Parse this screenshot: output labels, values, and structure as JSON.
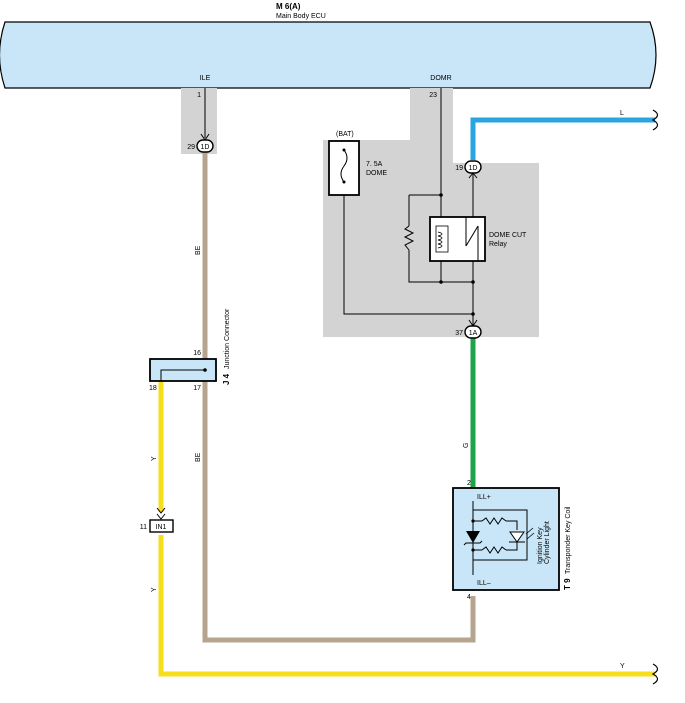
{
  "ecu": {
    "code": "M 6(A)",
    "name": "Main Body ECU",
    "pin_ile": "ILE",
    "pin_domr": "DOMR"
  },
  "pins": {
    "ile": "1",
    "domr": "23",
    "p29": "29",
    "c1d_a": "1D",
    "p19": "19",
    "c1d_b": "1D",
    "p37": "37",
    "c1a": "1A",
    "p16": "16",
    "p18": "18",
    "p17": "17",
    "p11": "11",
    "in1": "IN1",
    "ill_pos_pin": "2",
    "ill_neg_pin": "4"
  },
  "fuse": {
    "source": "(BAT)",
    "rating": "7. 5A",
    "name": "DOME"
  },
  "relay": {
    "line1": "DOME CUT",
    "line2": "Relay"
  },
  "junction": {
    "code": "J 4",
    "name": "Junction Connector"
  },
  "coil": {
    "code": "T 9",
    "name": "Transponder Key Coil",
    "light_line1": "Ignition Key",
    "light_line2": "Cylinder Light",
    "ill_pos": "ILL+",
    "ill_neg": "ILL–"
  },
  "wires": {
    "be_upper": "BE",
    "be_lower": "BE",
    "y_upper": "Y",
    "y_lower": "Y",
    "g": "G",
    "l": "L",
    "y_right": "Y"
  },
  "colors": {
    "ecu_fill": "#c8e6f8",
    "gray_box": "#d3d3d3",
    "be": "#b5a48f",
    "l": "#2aa5e0",
    "g": "#1ea34a",
    "y": "#f6de1c",
    "component_fill": "#c8e6f8"
  }
}
